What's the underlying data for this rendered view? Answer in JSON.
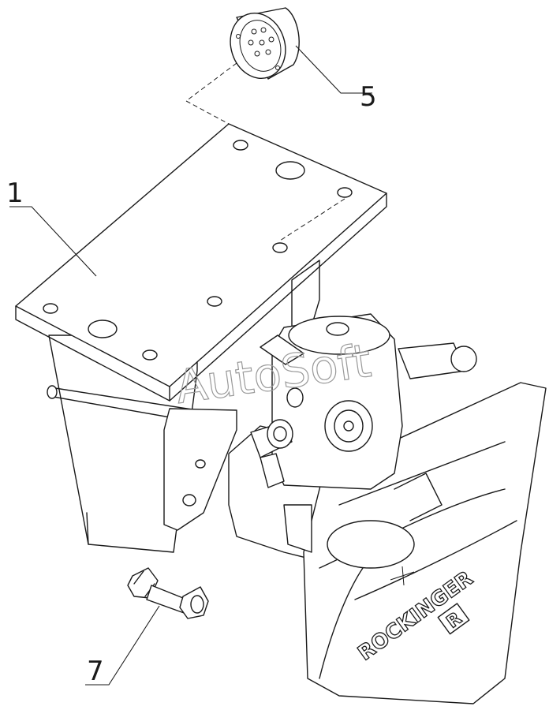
{
  "callouts": {
    "part_1": "1",
    "part_5": "5",
    "part_7": "7"
  },
  "branding": {
    "maker": "ROCKINGER",
    "mark": "R"
  },
  "watermark": "AutoSoft",
  "colors": {
    "line": "#1a1a1a",
    "background": "#ffffff",
    "watermark": "#9a9a9a"
  }
}
